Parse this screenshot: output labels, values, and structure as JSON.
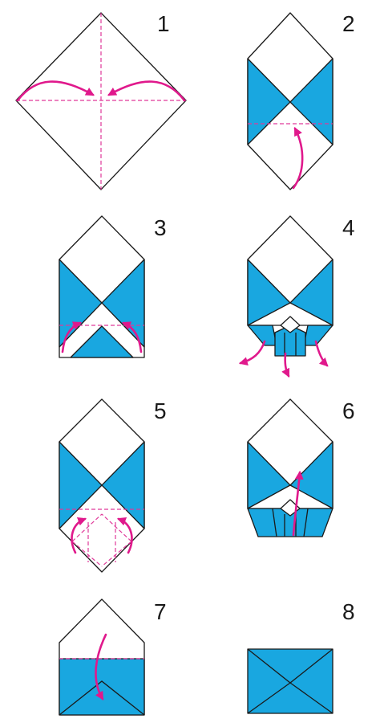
{
  "colors": {
    "paper_blue": "#19a7e0",
    "fold_line": "#e0399a",
    "arrow": "#e0198c",
    "outline": "#1a1a1a",
    "paper_white": "#ffffff"
  },
  "steps": [
    {
      "number": "1"
    },
    {
      "number": "2"
    },
    {
      "number": "3"
    },
    {
      "number": "4"
    },
    {
      "number": "5"
    },
    {
      "number": "6"
    },
    {
      "number": "7"
    },
    {
      "number": "8"
    }
  ]
}
